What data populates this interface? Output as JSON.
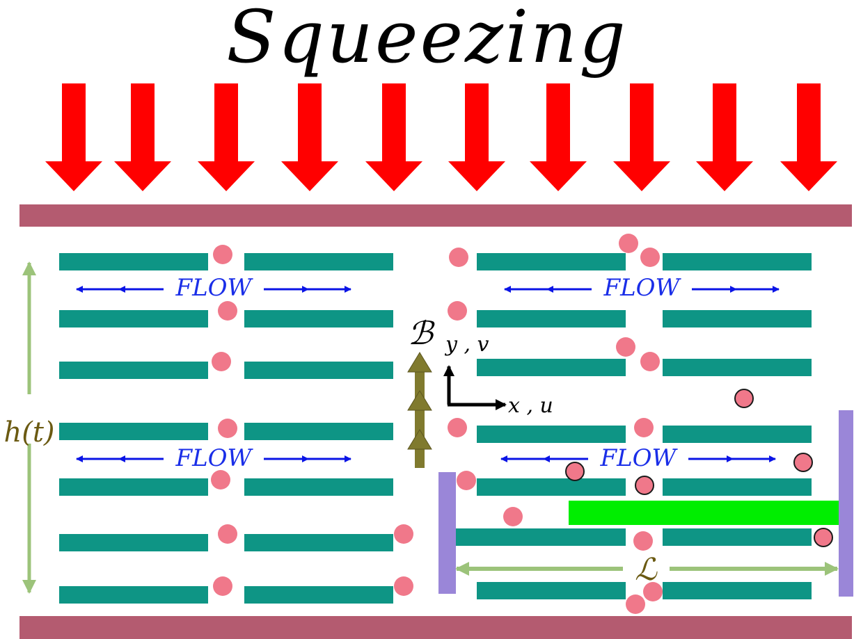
{
  "title": "Squeezing",
  "labels": {
    "flow": "FLOW",
    "magnetic": "ℬ",
    "y_axis": "y , v",
    "x_axis": "x , u",
    "height": "h(t)",
    "length": "ℒ"
  },
  "colors": {
    "arrow_red": "#ff0000",
    "plate": "#b45b70",
    "sheet": "#0e9585",
    "particle_fill": "#f0788a",
    "flow_arrow": "#0a14e6",
    "flow_text": "#1a2ee8",
    "dim_arrow": "#9cc37a",
    "magnetic_arrow": "#807a2e",
    "label_olive": "#6b5a12",
    "electrode": "#9a86d8",
    "electrode_bar": "#00ee00"
  }
}
